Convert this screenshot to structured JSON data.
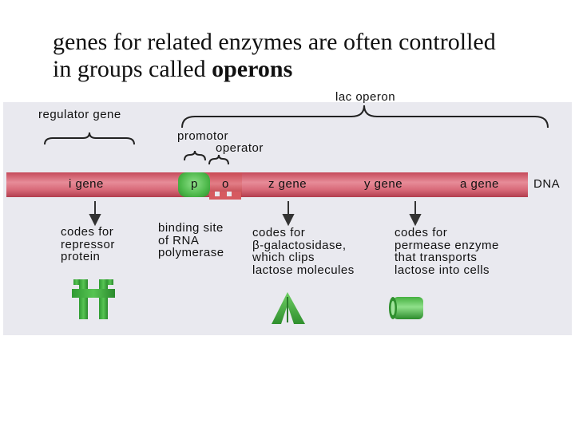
{
  "title": {
    "line1": "genes for related enzymes are often controlled",
    "line2_prefix": "in groups called ",
    "line2_bold": "operons"
  },
  "labels": {
    "lac_operon": "lac operon",
    "regulator_gene": "regulator gene",
    "promotor": "promotor",
    "operator": "operator",
    "dna": "DNA"
  },
  "genes": {
    "i": "i gene",
    "p": "p",
    "o": "o",
    "z": "z gene",
    "y": "y gene",
    "a": "a gene"
  },
  "descriptions": {
    "repressor": "codes for\nrepressor\nprotein",
    "binding": "binding site\nof RNA\npolymerase",
    "galactosidase": "codes for\nβ-galactosidase,\nwhich clips\nlactose molecules",
    "permease": "codes for\npermease enzyme\nthat transports\nlactose into cells"
  },
  "colors": {
    "dna": "#d86a79",
    "promoter": "#4db84a",
    "operator": "#d65a60",
    "protein_green": "#3aa83a",
    "arrow": "#333333"
  }
}
